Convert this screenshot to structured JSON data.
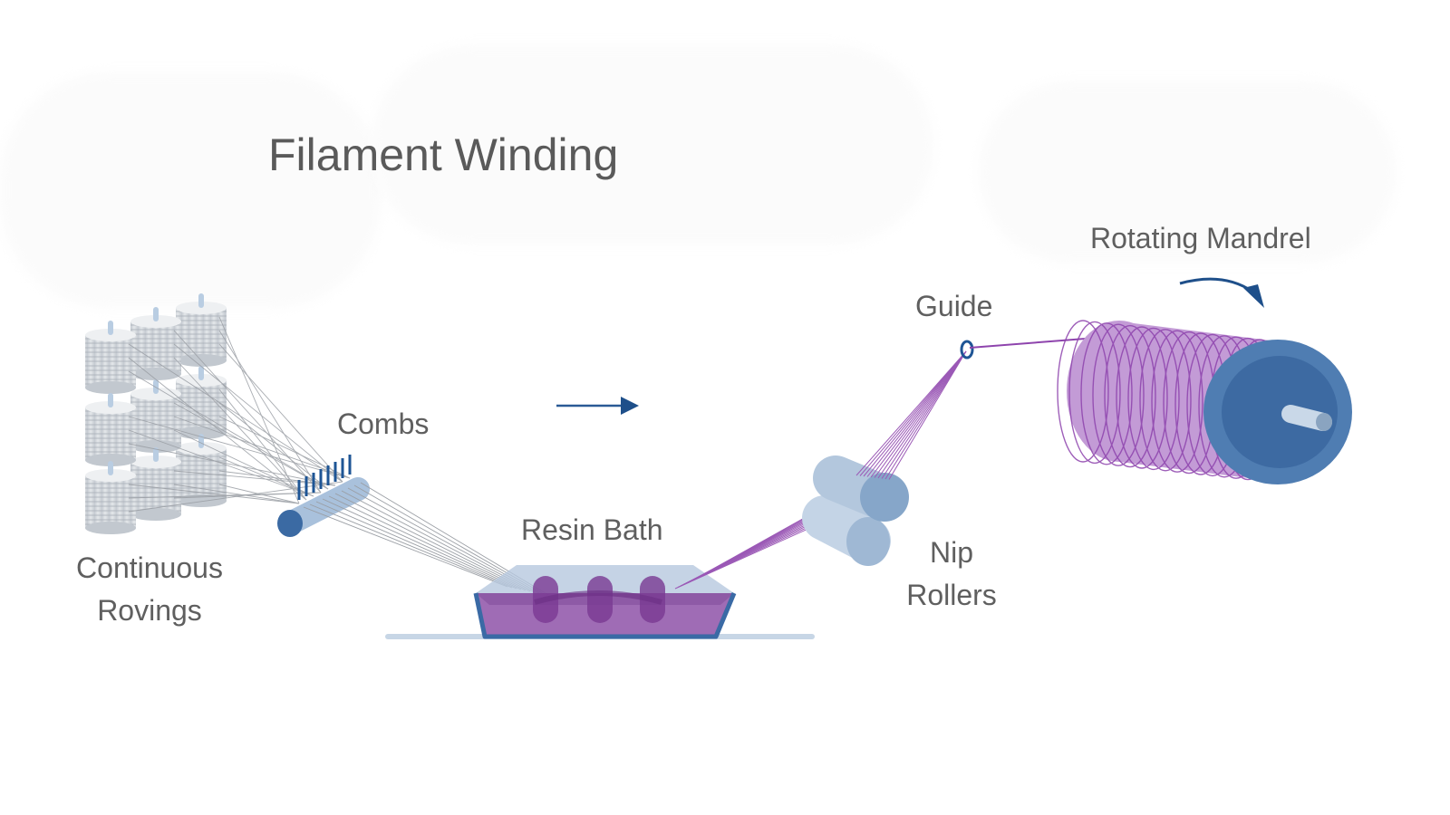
{
  "title": "Filament Winding",
  "labels": {
    "continuous_rovings": [
      "Continuous",
      "Rovings"
    ],
    "combs": "Combs",
    "resin_bath": "Resin Bath",
    "nip_rollers": [
      "Nip",
      "Rollers"
    ],
    "guide": "Guide",
    "rotating_mandrel": "Rotating Mandrel"
  },
  "icons": {
    "flow_arrow": "arrow-right-icon",
    "rotation_arrow": "curved-arrow-icon"
  },
  "colors": {
    "text": "#5f5f5f",
    "blue_dark": "#1d4f8c",
    "blue_mid": "#3f6fa8",
    "blue_light": "#b8cbe0",
    "purple": "#8e44ad",
    "purple_light": "#c79ad8",
    "spool_gray": "#d3d7dc"
  }
}
